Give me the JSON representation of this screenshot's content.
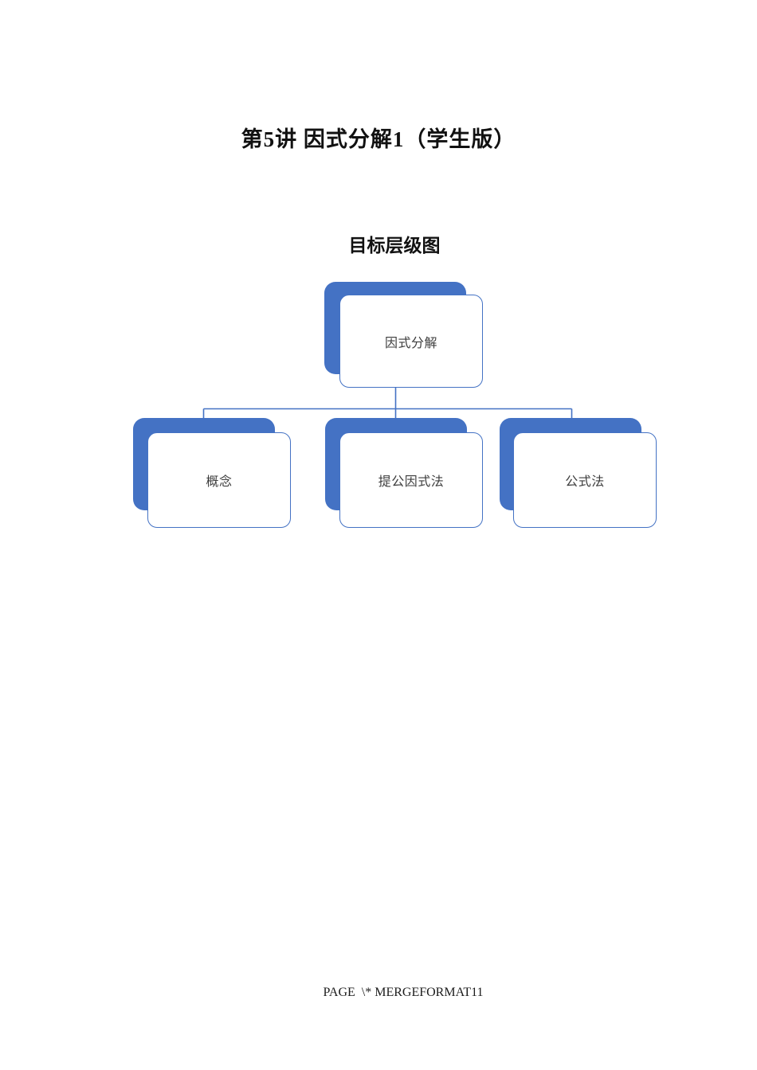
{
  "page": {
    "title": "第5讲 因式分解1（学生版）",
    "footer_field": "PAGE  \\* MERGEFORMAT11"
  },
  "diagram": {
    "heading": "目标层级图",
    "type": "hierarchy",
    "accent_color": "#4472C4",
    "node_fill": "#ffffff",
    "root": {
      "label": "因式分解"
    },
    "children": [
      {
        "label": "概念"
      },
      {
        "label": "提公因式法"
      },
      {
        "label": "公式法"
      }
    ]
  }
}
